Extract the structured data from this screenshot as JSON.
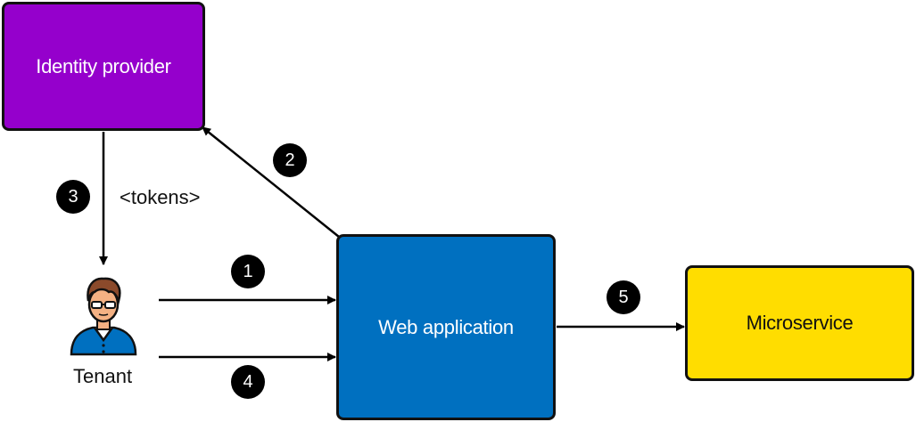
{
  "nodes": {
    "identity_provider": {
      "label": "Identity provider",
      "fill": "#9500CC",
      "text_color": "#FFFFFF"
    },
    "web_application": {
      "label": "Web application",
      "fill": "#0070C0",
      "text_color": "#FFFFFF"
    },
    "microservice": {
      "label": "Microservice",
      "fill": "#FFDD00",
      "text_color": "#111111"
    },
    "tenant": {
      "label": "Tenant",
      "icon": "person-icon"
    }
  },
  "edge_labels": {
    "tokens": "<tokens>"
  },
  "steps": [
    "1",
    "2",
    "3",
    "4",
    "5"
  ],
  "colors": {
    "step_badge": "#000000",
    "arrow": "#000000"
  }
}
